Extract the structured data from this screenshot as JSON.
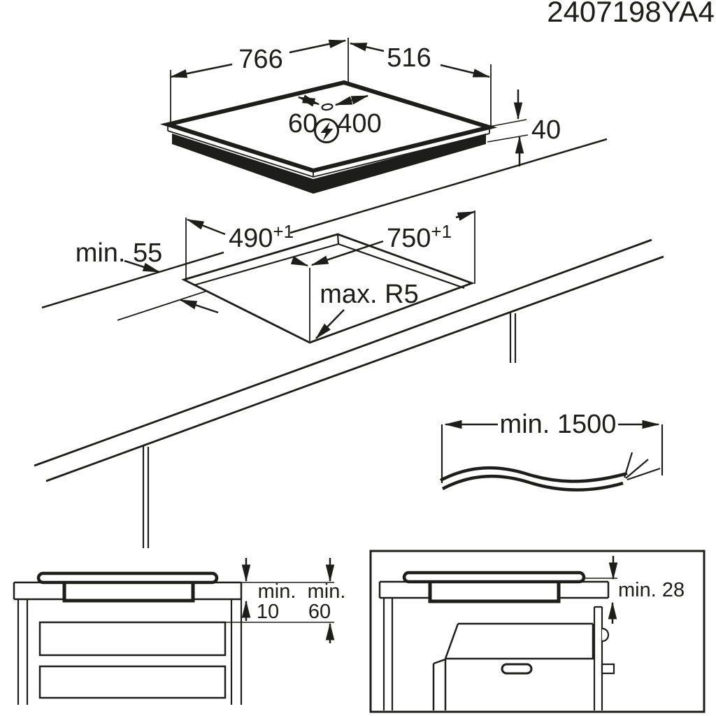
{
  "product_code": "2407198YA4",
  "colors": {
    "line": "#1d1d1b",
    "background": "#ffffff"
  },
  "top_view": {
    "width": "766",
    "depth": "516",
    "height": "40",
    "power_offset_left": "60",
    "power_offset_right": "400",
    "power_icon": "lightning-in-circle"
  },
  "cutout_view": {
    "back_clearance": "min. 55",
    "cutout_depth": "490",
    "cutout_depth_tolerance": "+1",
    "cutout_width": "750",
    "cutout_width_tolerance": "+1",
    "corner_radius": "max. R5"
  },
  "cable_view": {
    "cable_length": "min. 1500"
  },
  "drawer_view": {
    "gap_label_1": "min.",
    "gap_value_1": "10",
    "gap_label_2": "min.",
    "gap_value_2": "60"
  },
  "oven_view": {
    "clearance": "min. 28"
  }
}
